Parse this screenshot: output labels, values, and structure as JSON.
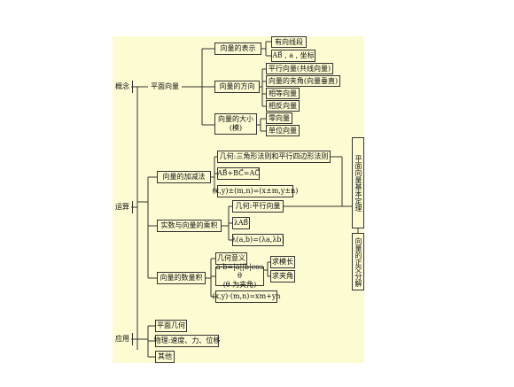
{
  "concept": {
    "label": "概念",
    "plane_vector": "平面向量",
    "representation": "向量的表示",
    "rep_items": [
      "有向线段",
      "AB⃗ , a , 坐标"
    ],
    "direction": "向量的方向",
    "dir_items": [
      "平行向量(共线向量)",
      "向量的夹角(向量垂直)",
      "相等向量",
      "相反向量"
    ],
    "magnitude_line1": "向量的大小",
    "magnitude_line2": "(模)",
    "mag_items": [
      "零向量",
      "单位向量"
    ]
  },
  "operation": {
    "label": "运算",
    "add_sub": "向量的加减法",
    "add_items": [
      "几何:三角形法则和平行四边形法则",
      "AB⃗+BC⃗=AC⃗",
      "(x,y)±(m,n)=(x±m,y±n)"
    ],
    "scalar": "实数与向量的乘积",
    "scalar_items": [
      "几何:平行向量",
      "λAB⃗",
      "λ(a,b)=(λa,λb)"
    ],
    "dot": "向量的数量积",
    "dot_geo": "几何意义",
    "dot_formula_line1": "a·b=|a||b|cos θ",
    "dot_formula_line2": "(θ 为夹角)",
    "dot_results": [
      "求模长",
      "求夹角"
    ],
    "dot_coord": "(x,y)·(m,n)=xm+yn",
    "theorem": "平面向量基本定理",
    "decomposition": "向量的正交分解"
  },
  "application": {
    "label": "应用",
    "items": [
      "平面几何",
      "物理:速度、力、位移",
      "其他"
    ]
  }
}
